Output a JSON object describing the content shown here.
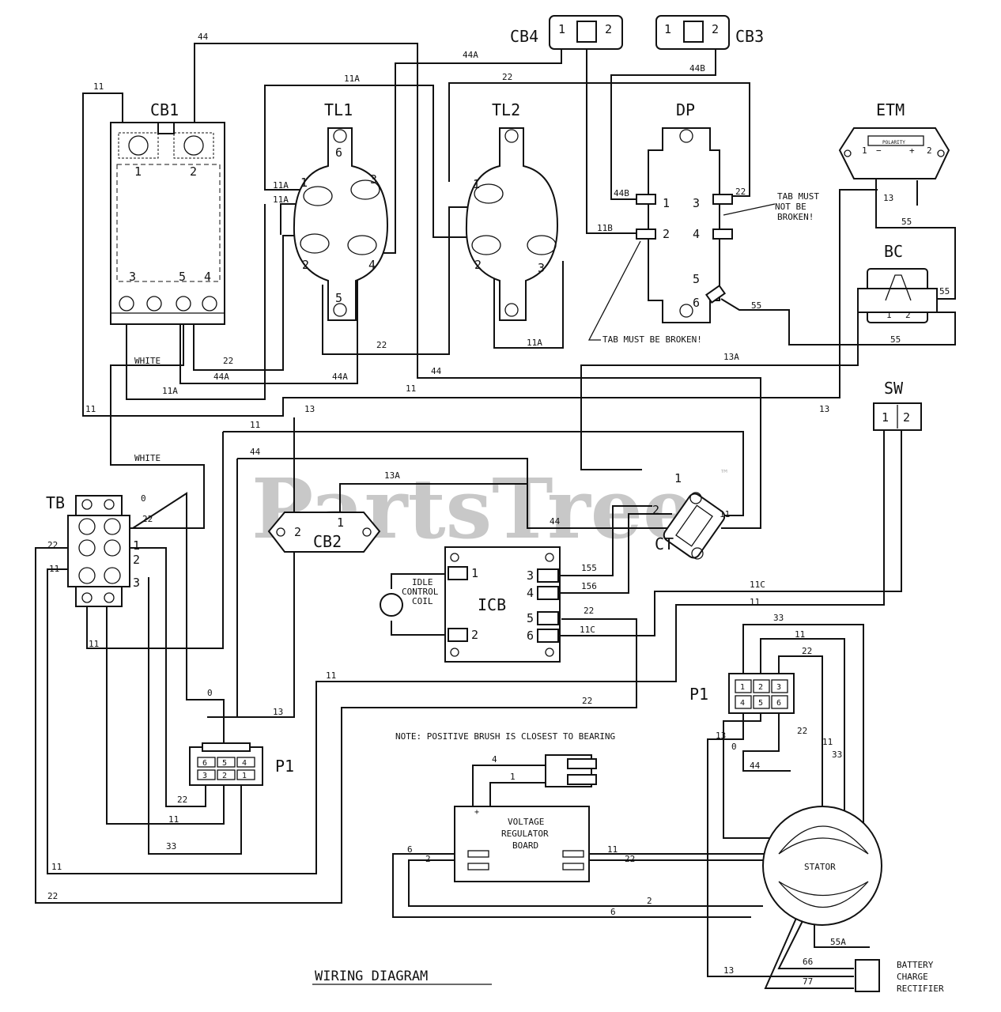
{
  "title": "WIRING DIAGRAM",
  "watermark": "PartsTree",
  "trademark": "™",
  "note": "NOTE: POSITIVE BRUSH IS CLOSEST TO BEARING",
  "tab_unbroken": [
    "TAB MUST",
    "NOT BE",
    "BROKEN!"
  ],
  "tab_broken": "TAB MUST BE BROKEN!",
  "components": {
    "cb1": "CB1",
    "cb2": "CB2",
    "cb3": "CB3",
    "cb4": "CB4",
    "tl1": "TL1",
    "tl2": "TL2",
    "dp": "DP",
    "etm": "ETM",
    "bc": "BC",
    "sw": "SW",
    "tb": "TB",
    "ct": "CT",
    "icb": "ICB",
    "p1_left": "P1",
    "p1_right": "P1",
    "stator": "STATOR",
    "idle_coil": [
      "IDLE",
      "CONTROL",
      "COIL"
    ],
    "vrb": [
      "VOLTAGE",
      "REGULATOR",
      "BOARD"
    ],
    "rectifier": [
      "BATTERY",
      "CHARGE",
      "RECTIFIER"
    ],
    "polarity": "POLARITY"
  },
  "pins": {
    "one": "1",
    "two": "2",
    "three": "3",
    "four": "4",
    "five": "5",
    "six": "6",
    "zero": "0",
    "minus": "−",
    "plus": "+",
    "dot_plus": "+"
  },
  "wires": {
    "w11": "11",
    "w11a": "11A",
    "w11b": "11B",
    "w11c": "11C",
    "w13": "13",
    "w13a": "13A",
    "w22": "22",
    "w33": "33",
    "w44": "44",
    "w44a": "44A",
    "w44b": "44B",
    "w55": "55",
    "w55a": "55A",
    "w0": "0",
    "w2": "2",
    "w4": "4",
    "w1": "1",
    "w6": "6",
    "w66": "66",
    "w77": "77",
    "w155": "155",
    "w156": "156",
    "white": "WHITE"
  }
}
